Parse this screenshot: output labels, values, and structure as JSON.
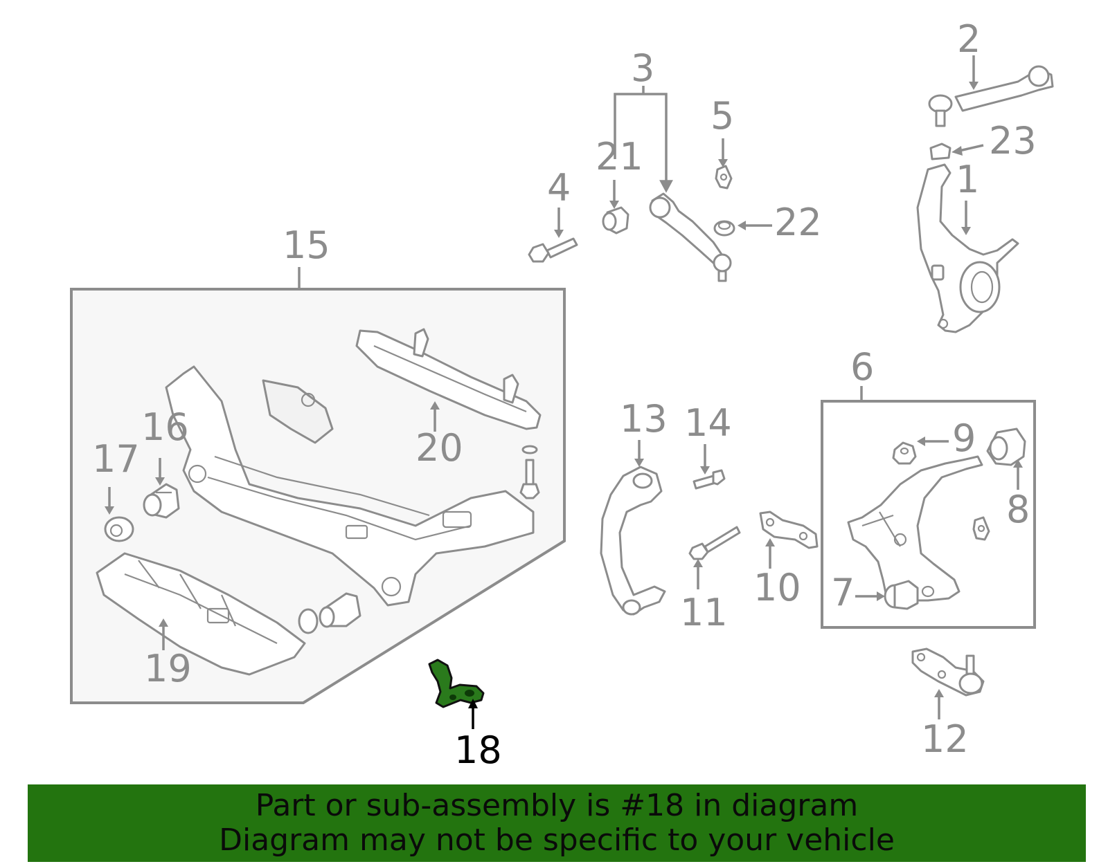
{
  "callouts": {
    "c1": "1",
    "c2": "2",
    "c3": "3",
    "c4": "4",
    "c5": "5",
    "c6": "6",
    "c7": "7",
    "c8": "8",
    "c9": "9",
    "c10": "10",
    "c11": "11",
    "c12": "12",
    "c13": "13",
    "c14": "14",
    "c15": "15",
    "c16": "16",
    "c17": "17",
    "c18": "18",
    "c19": "19",
    "c20": "20",
    "c21": "21",
    "c22": "22",
    "c23": "23"
  },
  "highlight": {
    "part_number": "18",
    "color": "#23740f"
  },
  "banner": {
    "line1": "Part or sub-assembly is #18 in diagram",
    "line2": "Diagram may not be specific to your vehicle",
    "background": "#23740f"
  },
  "colors": {
    "linework": "#8c8c8c",
    "highlight_fill": "#2a7a1c",
    "text_highlight": "#000000"
  }
}
